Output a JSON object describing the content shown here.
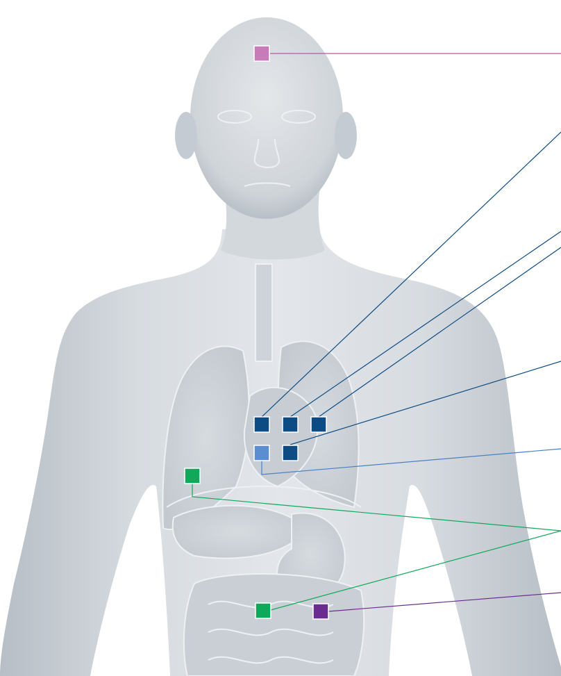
{
  "diagram": {
    "colors": {
      "background": "#ffffff",
      "body_light": "#dde1e5",
      "body_mid": "#c6ccd2",
      "body_dark": "#aab2ba",
      "organ_fill": "#cdd3d9",
      "organ_stroke": "#eef1f4",
      "marker_border": "#ffffff"
    },
    "markers": [
      {
        "id": "brain",
        "color": "#c77bb8",
        "line_color": "#b259a3"
      },
      {
        "id": "thorax-1",
        "color": "#0d4b82",
        "line_color": "#0d4b82"
      },
      {
        "id": "thorax-2",
        "color": "#0d4b82",
        "line_color": "#0d4b82"
      },
      {
        "id": "thorax-3",
        "color": "#0d4b82",
        "line_color": "#0d4b82"
      },
      {
        "id": "thorax-4",
        "color": "#0d4b82",
        "line_color": "#0d4b82"
      },
      {
        "id": "thorax-5",
        "color": "#5b8ed0",
        "line_color": "#4a7fc4"
      },
      {
        "id": "liver",
        "color": "#10a85a",
        "line_color": "#10a85a"
      },
      {
        "id": "stomach",
        "color": "#10a85a",
        "line_color": "#10a85a"
      },
      {
        "id": "intestine",
        "color": "#6a2c8e",
        "line_color": "#6a2c8e"
      }
    ]
  }
}
